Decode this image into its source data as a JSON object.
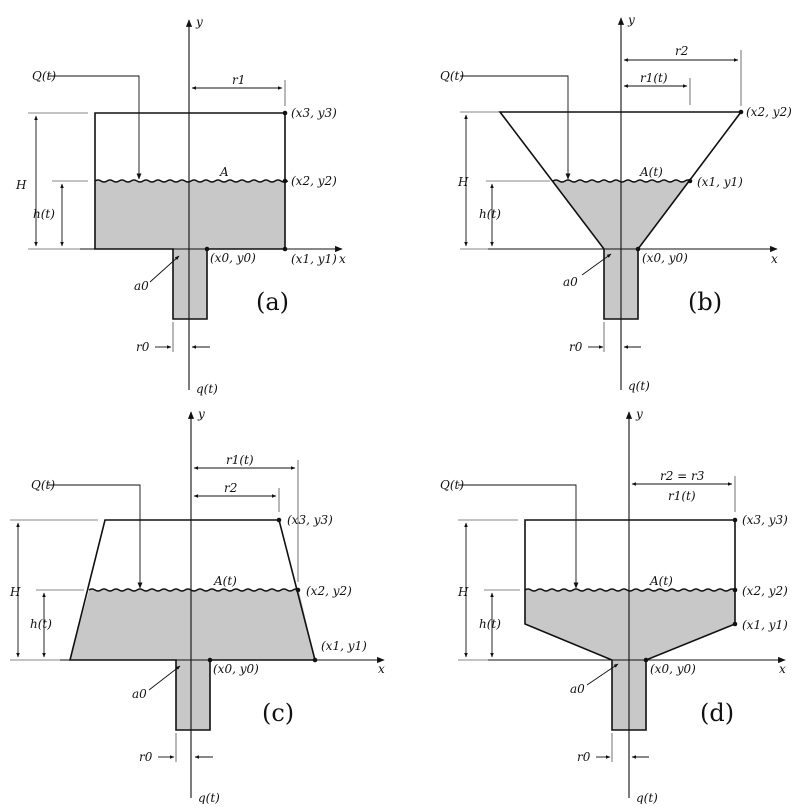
{
  "panels": [
    {
      "id": "a",
      "caption": "(a)",
      "inflow": "Q(t)",
      "outflow": "q(t)",
      "axis_x": "x",
      "axis_y": "y",
      "height_label": "H",
      "level_label": "h(t)",
      "area_label": "A",
      "outlet_area_label": "a0",
      "outlet_radius_label": "r0",
      "dims": [
        "r1"
      ],
      "points": [
        "(x3, y3)",
        "(x2, y2)",
        "(x1, y1)",
        "(x0, y0)"
      ]
    },
    {
      "id": "b",
      "caption": "(b)",
      "inflow": "Q(t)",
      "outflow": "q(t)",
      "axis_x": "x",
      "axis_y": "y",
      "height_label": "H",
      "level_label": "h(t)",
      "area_label": "A(t)",
      "outlet_area_label": "a0",
      "outlet_radius_label": "r0",
      "dims": [
        "r2",
        "r1(t)"
      ],
      "points": [
        "(x2, y2)",
        "(x1, y1)",
        "(x0, y0)"
      ]
    },
    {
      "id": "c",
      "caption": "(c)",
      "inflow": "Q(t)",
      "outflow": "q(t)",
      "axis_x": "x",
      "axis_y": "y",
      "height_label": "H",
      "level_label": "h(t)",
      "area_label": "A(t)",
      "outlet_area_label": "a0",
      "outlet_radius_label": "r0",
      "dims": [
        "r1(t)",
        "r2"
      ],
      "points": [
        "(x3, y3)",
        "(x2, y2)",
        "(x1, y1)",
        "(x0, y0)"
      ]
    },
    {
      "id": "d",
      "caption": "(d)",
      "inflow": "Q(t)",
      "outflow": "q(t)",
      "axis_x": "x",
      "axis_y": "y",
      "height_label": "H",
      "level_label": "h(t)",
      "area_label": "A(t)",
      "outlet_area_label": "a0",
      "outlet_radius_label": "r0",
      "dims": [
        "r2 = r3",
        "r1(t)"
      ],
      "points": [
        "(x3, y3)",
        "(x2, y2)",
        "(x1, y1)",
        "(x0, y0)"
      ]
    }
  ]
}
